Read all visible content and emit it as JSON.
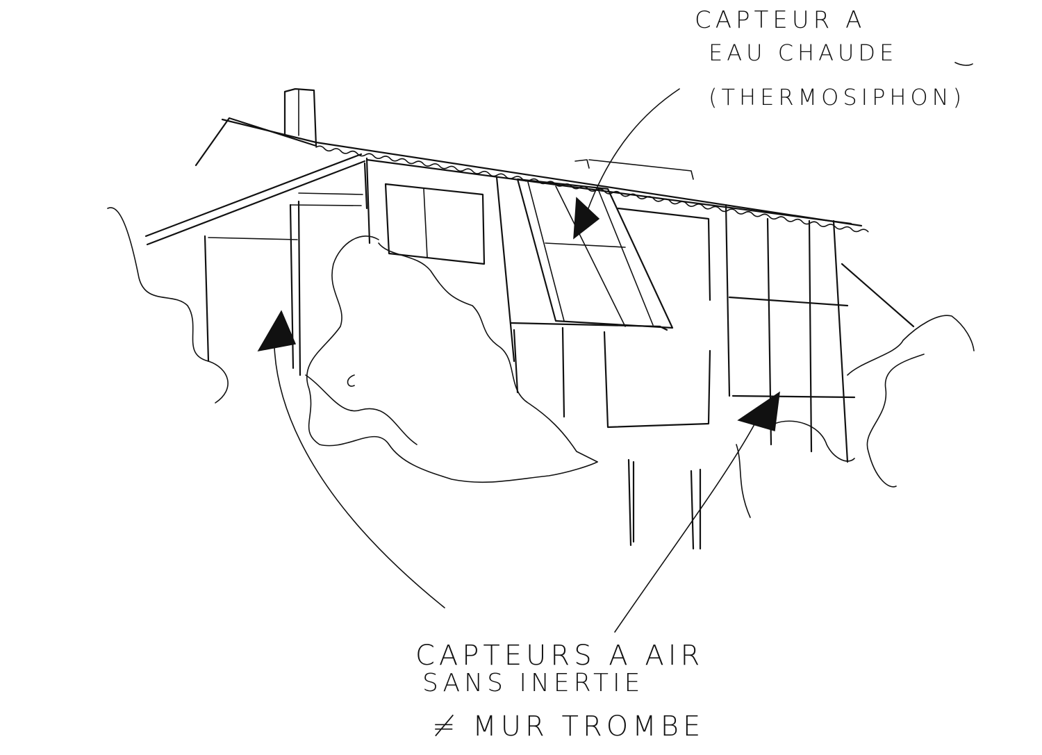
{
  "annotations": {
    "water_collector": {
      "line1": "CAPTEUR A",
      "line2": "EAU CHAUDE",
      "line3": "(THERMOSIPHON)"
    },
    "air_collectors": {
      "line1": "CAPTEURS A AIR",
      "line2": "SANS INERTIE",
      "line3": "≠ MUR TROMBE"
    }
  }
}
